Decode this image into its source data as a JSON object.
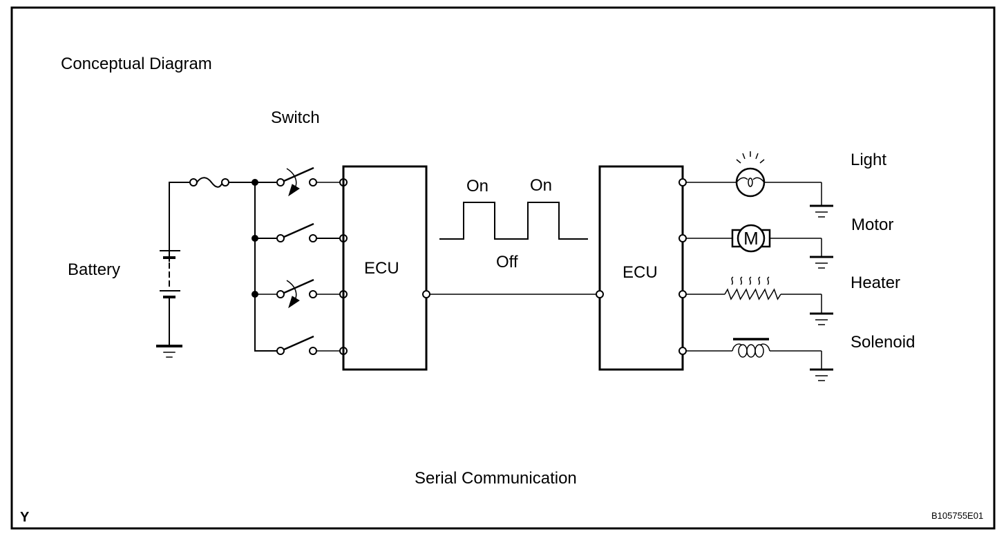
{
  "diagram": {
    "title": "Conceptual Diagram",
    "caption": "Serial Communication",
    "corner_mark": "Y",
    "figure_code": "B105755E01",
    "colors": {
      "line": "#000000",
      "background": "#ffffff"
    }
  },
  "inputs": {
    "battery_label": "Battery",
    "switch_label": "Switch",
    "switches": [
      {
        "type": "momentary"
      },
      {
        "type": "toggle"
      },
      {
        "type": "momentary"
      },
      {
        "type": "toggle"
      }
    ]
  },
  "ecus": [
    {
      "label": "ECU"
    },
    {
      "label": "ECU"
    }
  ],
  "signal": {
    "high_labels": [
      "On",
      "On"
    ],
    "low_label": "Off"
  },
  "outputs": [
    {
      "label": "Light",
      "symbol": "lamp-icon"
    },
    {
      "label": "Motor",
      "symbol": "motor-icon"
    },
    {
      "label": "Heater",
      "symbol": "heater-icon"
    },
    {
      "label": "Solenoid",
      "symbol": "solenoid-icon"
    }
  ]
}
